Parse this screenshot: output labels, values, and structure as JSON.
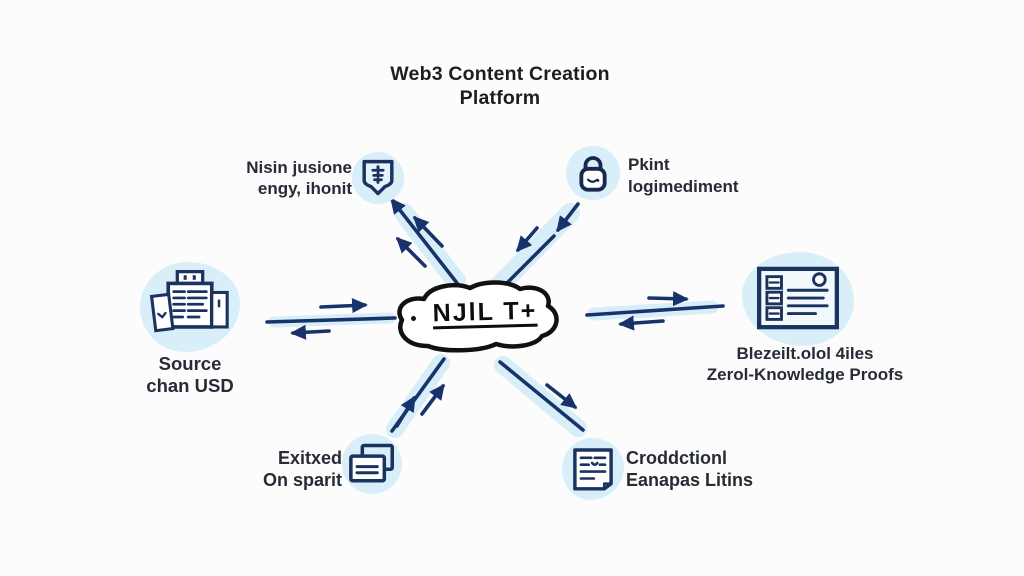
{
  "title": {
    "line1": "Web3 Content Creation",
    "line2": "Platform"
  },
  "center": {
    "label": "NJlL T+"
  },
  "nodes": {
    "top_left": {
      "line1": "Nisin jusione",
      "line2": "engy, ihonit",
      "icon": "shield-icon"
    },
    "top_right": {
      "line1": "Pkint",
      "line2": "logimediment",
      "icon": "lock-icon"
    },
    "left": {
      "line1": "Source",
      "line2": "chan USD",
      "icon": "printing-press-icon"
    },
    "right": {
      "line1": "Blezeilt.olol 4iles",
      "line2": "Zerol-Knowledge Proofs",
      "icon": "form-grid-icon"
    },
    "bottom_left": {
      "line1": "Exitxed",
      "line2": "On sparit",
      "icon": "copy-pages-icon"
    },
    "bottom_right": {
      "line1": "Croddctionl",
      "line2": "Eanapas Litins",
      "icon": "document-lines-icon"
    }
  },
  "colors": {
    "background": "#fcfcfc",
    "title_text": "#1e1e1e",
    "label_text": "#262b35",
    "arrow_navy": "#18336b",
    "icon_navy": "#1b335f",
    "bubble_blue": "#d8eef9",
    "band_blue": "#d7eef9",
    "cloud_outline": "#111111"
  }
}
